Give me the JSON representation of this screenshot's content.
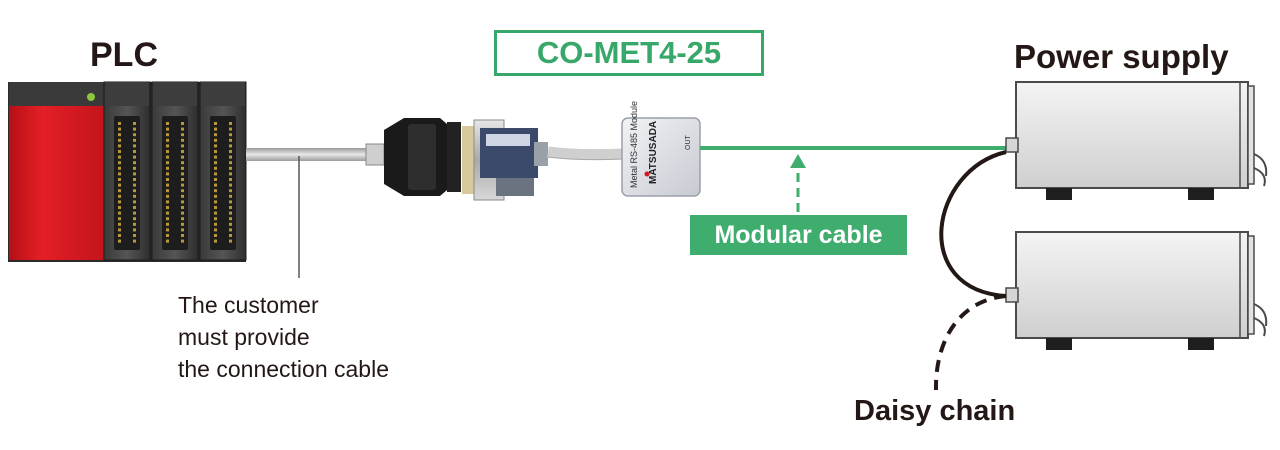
{
  "labels": {
    "plc": "PLC",
    "power_supply": "Power supply",
    "product": "CO-MET4-25",
    "modular_cable": "Modular cable",
    "daisy_chain": "Daisy chain",
    "note_lines": [
      "The customer",
      "must provide",
      "the connection cable"
    ]
  },
  "module_text": {
    "line1": "Metal RS-485 Module",
    "line2": "MATSUSADA",
    "port": "OUT"
  },
  "colors": {
    "accent_green": "#3fad6e",
    "plc_red": "#d7161d",
    "text_dark": "#231815",
    "led_green": "#8cc63f"
  },
  "icons": {
    "plc": "plc-rack-icon",
    "adapter": "dsub-adapter-icon",
    "module": "rs485-module-icon",
    "power_supply": "power-supply-unit-icon"
  }
}
